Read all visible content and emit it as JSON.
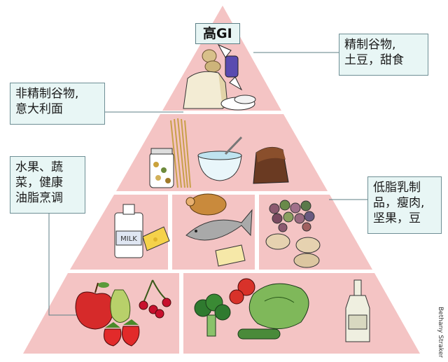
{
  "title": "高GI",
  "labels": {
    "refined_grains": "精制谷物,\n土豆，甜食",
    "whole_grains": "非精制谷物,\n意大利面",
    "fruits_veg": "水果、蔬\n菜，健康\n油脂烹调",
    "dairy_protein": "低脂乳制\n品，瘦肉,\n坚果，豆"
  },
  "colors": {
    "pyramid_fill": "#f4c4c4",
    "pyramid_stroke": "#ffffff",
    "label_bg": "#e8f6f5",
    "label_border": "#6f8f95",
    "leader_line": "#5c7f86"
  },
  "food_items": {
    "milk_text": "MILK"
  },
  "credit": "Bethany Straker"
}
